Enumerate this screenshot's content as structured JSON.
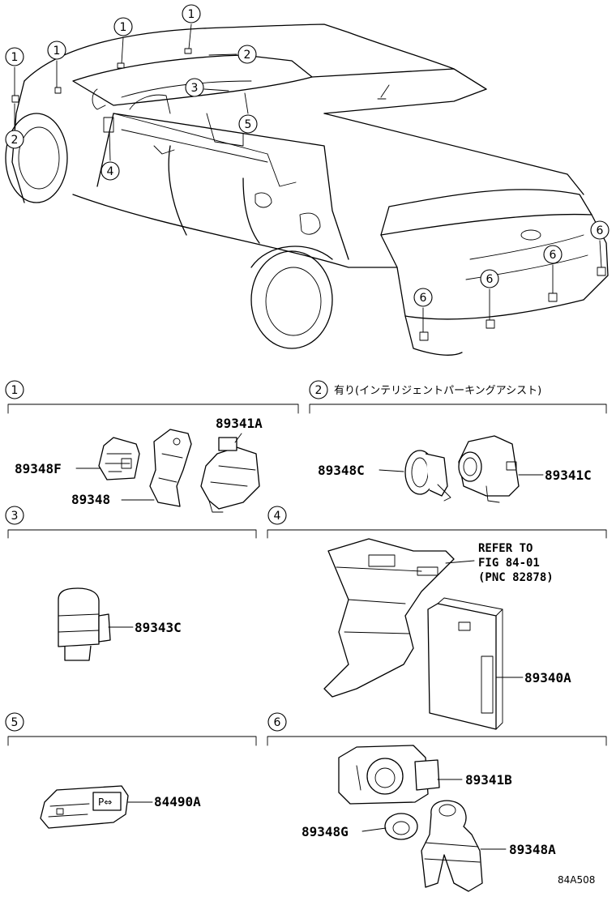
{
  "callouts": {
    "c1": "1",
    "c2": "2",
    "c3": "3",
    "c4": "4",
    "c5": "5",
    "c6": "6"
  },
  "sections": {
    "s1": {
      "number": "1"
    },
    "s2": {
      "number": "2",
      "note": "有り(インテリジェントパーキングアシスト)"
    },
    "s3": {
      "number": "3"
    },
    "s4": {
      "number": "4",
      "refer": [
        "REFER TO",
        "FIG 84-01",
        "(PNC 82878)"
      ]
    },
    "s5": {
      "number": "5"
    },
    "s6": {
      "number": "6"
    }
  },
  "parts": {
    "p89341A": "89341A",
    "p89348F": "89348F",
    "p89348": "89348",
    "p89348C": "89348C",
    "p89341C": "89341C",
    "p89343C": "89343C",
    "p89340A": "89340A",
    "p84490A": "84490A",
    "p89341B": "89341B",
    "p89348G": "89348G",
    "p89348A": "89348A"
  },
  "switch_text": "P⇔",
  "diagram_code": "84A508"
}
